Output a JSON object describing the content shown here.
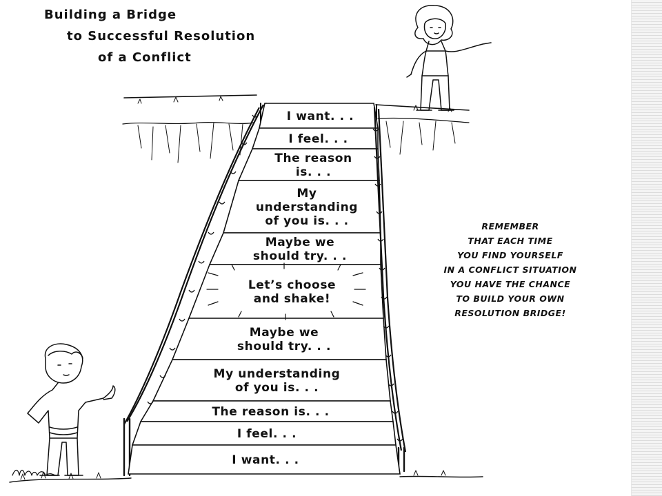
{
  "title": {
    "line1": "Building a Bridge",
    "line2": "to Successful Resolution",
    "line3": "of a Conflict"
  },
  "steps": [
    {
      "line1": "I want. . .",
      "line2": ""
    },
    {
      "line1": "I feel. . .",
      "line2": ""
    },
    {
      "line1": "The reason",
      "line2": "is. . ."
    },
    {
      "line1": "My",
      "line2": "understanding",
      "line3": "of you is. . ."
    },
    {
      "line1": "Maybe we",
      "line2": "should try. . ."
    },
    {
      "line1": "Let’s choose",
      "line2": "and shake!"
    },
    {
      "line1": "Maybe we",
      "line2": "should try. . ."
    },
    {
      "line1": "My understanding",
      "line2": "of you is. . ."
    },
    {
      "line1": "The reason is. . .",
      "line2": ""
    },
    {
      "line1": "I feel. . .",
      "line2": ""
    },
    {
      "line1": "I want. . .",
      "line2": ""
    }
  ],
  "remember": [
    "REMEMBER",
    "THAT EACH TIME",
    "YOU FIND YOURSELF",
    "IN A CONFLICT SITUATION",
    "YOU HAVE THE CHANCE",
    "TO BUILD YOUR OWN",
    "RESOLUTION BRIDGE!"
  ],
  "colors": {
    "ink": "#111111",
    "paper": "#ffffff",
    "scrollbar": "#dcdcdc"
  }
}
